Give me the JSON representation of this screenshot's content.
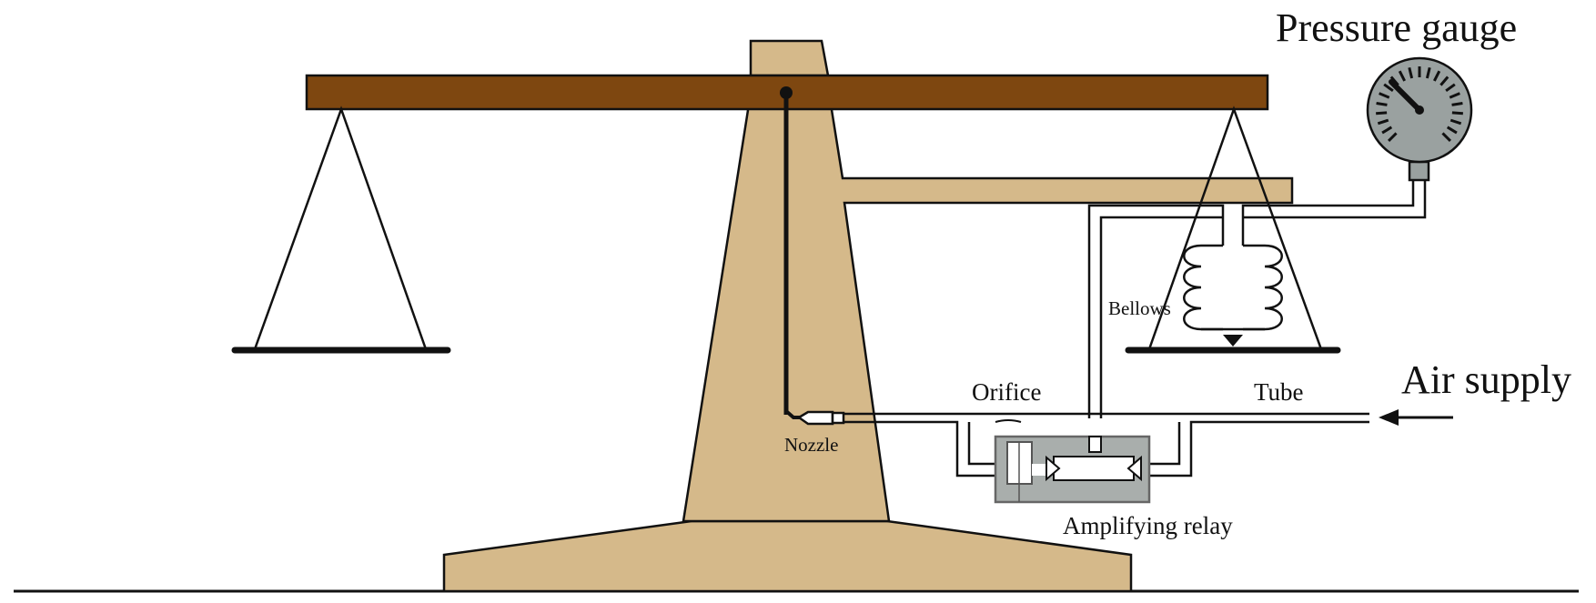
{
  "labels": {
    "pressure_gauge": "Pressure gauge",
    "air_supply": "Air supply",
    "bellows": "Bellows",
    "orifice": "Orifice",
    "tube": "Tube",
    "nozzle": "Nozzle",
    "amplifying_relay": "Amplifying relay"
  },
  "colors": {
    "beam": "#7e4710",
    "stand": "#d5b98a",
    "gauge_face": "#9aa1a0",
    "relay_body": "#a9aeac",
    "line": "#111111"
  }
}
